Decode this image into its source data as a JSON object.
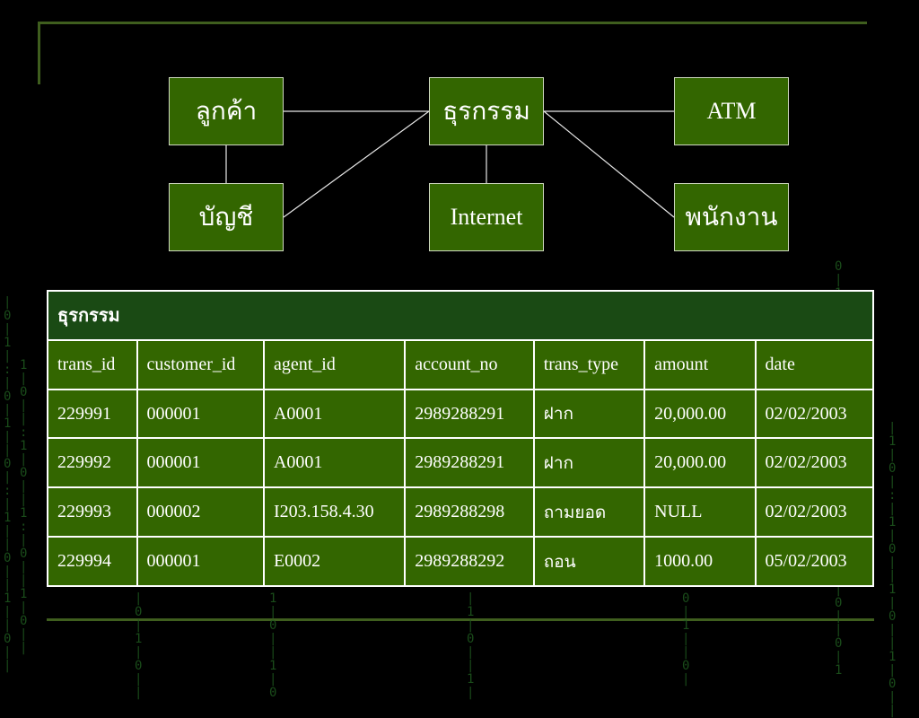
{
  "diagram": {
    "nodes": {
      "customer": "ลูกค้า",
      "account": "บัญชี",
      "transaction": "ธุรกรรม",
      "internet": "Internet",
      "atm": "ATM",
      "employee": "พนักงาน"
    }
  },
  "table": {
    "title": "ธุรกรรม",
    "headers": [
      "trans_id",
      "customer_id",
      "agent_id",
      "account_no",
      "trans_type",
      "amount",
      "date"
    ],
    "rows": [
      [
        "229991",
        "000001",
        "A0001",
        "2989288291",
        "ฝาก",
        "20,000.00",
        "02/02/2003"
      ],
      [
        "229992",
        "000001",
        "A0001",
        "2989288291",
        "ฝาก",
        "20,000.00",
        "02/02/2003"
      ],
      [
        "229993",
        "000002",
        "I203.158.4.30",
        "2989288298",
        "ถามยอด",
        "NULL",
        "02/02/2003"
      ],
      [
        "229994",
        "000001",
        "E0002",
        "2989288292",
        "ถอน",
        "1000.00",
        "05/02/2003"
      ]
    ]
  },
  "colors": {
    "background": "#000000",
    "cell": "#336600",
    "title_cell": "#1a4a14",
    "rule": "#3f5e1e"
  }
}
